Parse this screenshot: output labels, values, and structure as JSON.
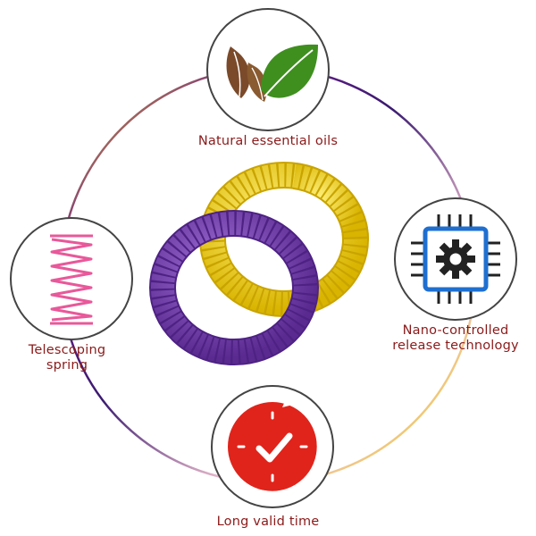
{
  "features": {
    "top": {
      "label": "Natural essential oils",
      "icon": "leaves-icon"
    },
    "right": {
      "line1": "Nano-controlled",
      "line2": "release technology",
      "icon": "chip-gear-icon"
    },
    "left": {
      "line1": "Telescoping",
      "line2": "spring",
      "icon": "spring-icon"
    },
    "bottom": {
      "label": "Long valid time",
      "icon": "clock-check-icon"
    }
  },
  "product": {
    "name": "bracelets",
    "colors": [
      "#7a3fb4",
      "#f2d31f"
    ]
  },
  "colors": {
    "label_text": "#8b1a1a",
    "leaf_brown": "#7a4a2a",
    "leaf_green": "#3f8f1f",
    "chip_blue": "#1e6fd0",
    "chip_dark": "#222222",
    "spring_pink": "#e8589a",
    "clock_red": "#e0241b"
  }
}
